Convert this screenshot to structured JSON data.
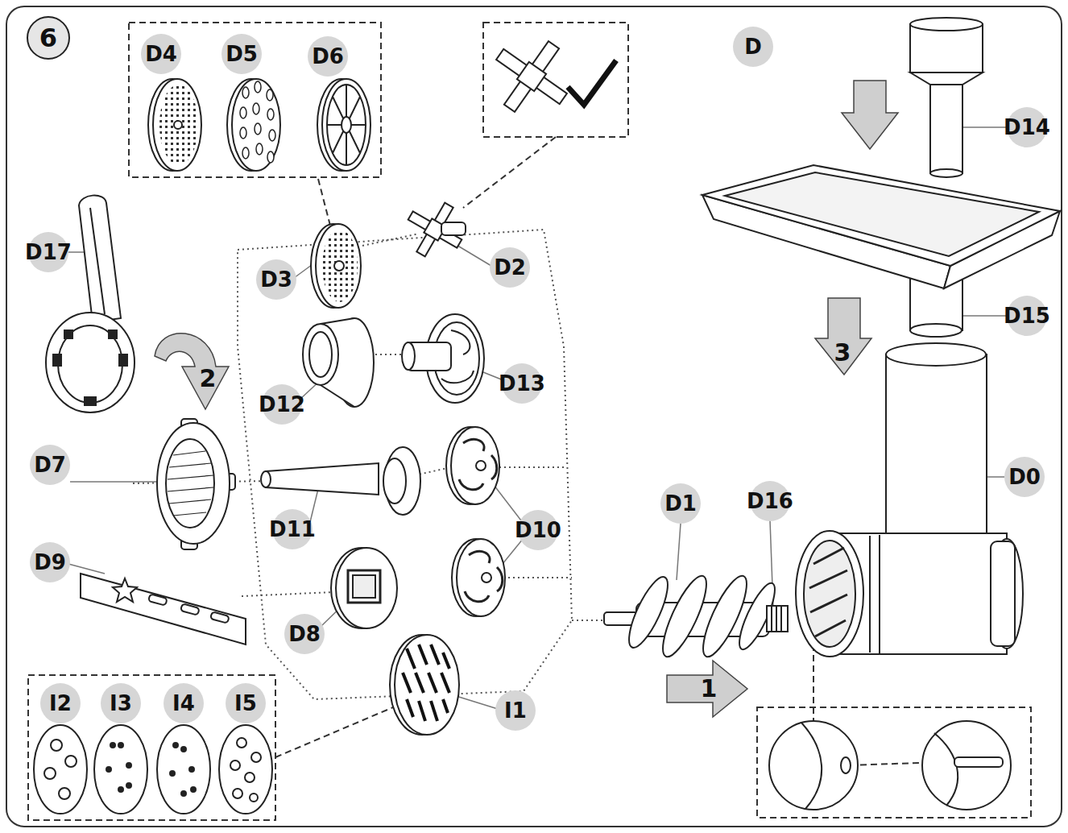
{
  "diagram": {
    "labels": [
      "6",
      "D4",
      "D5",
      "D6",
      "D",
      "D14",
      "D17",
      "D3",
      "D2",
      "D15",
      "3",
      "D12",
      "D13",
      "2",
      "D7",
      "D11",
      "D10",
      "D0",
      "D1",
      "D16",
      "D9",
      "D8",
      "1",
      "I2",
      "I3",
      "I4",
      "I5",
      "I1"
    ]
  }
}
